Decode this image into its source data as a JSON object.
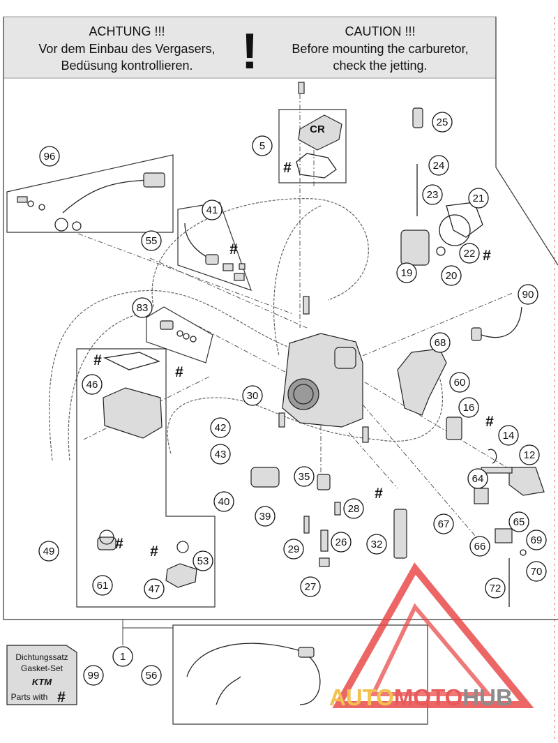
{
  "header": {
    "de_title": "ACHTUNG !!!",
    "de_line1": "Vor dem Einbau des Vergasers,",
    "de_line2": "Bedüsung kontrollieren.",
    "exclamation": "!",
    "en_title": "CAUTION !!!",
    "en_line1": "Before mounting the carburetor,",
    "en_line2": "check the jetting."
  },
  "gasket_kit": {
    "line1": "Dichtungssatz",
    "line2": "Gasket-Set",
    "brand": "KTM",
    "line3": "Parts with",
    "mark": "#"
  },
  "hash_mark": "#",
  "top_label": "CR",
  "callouts": [
    {
      "id": "c1",
      "label": "1"
    },
    {
      "id": "c5",
      "label": "5"
    },
    {
      "id": "c12",
      "label": "12"
    },
    {
      "id": "c14",
      "label": "14"
    },
    {
      "id": "c16",
      "label": "16"
    },
    {
      "id": "c19",
      "label": "19"
    },
    {
      "id": "c20",
      "label": "20"
    },
    {
      "id": "c21",
      "label": "21"
    },
    {
      "id": "c22",
      "label": "22"
    },
    {
      "id": "c23",
      "label": "23"
    },
    {
      "id": "c24",
      "label": "24"
    },
    {
      "id": "c25",
      "label": "25"
    },
    {
      "id": "c26",
      "label": "26"
    },
    {
      "id": "c27",
      "label": "27"
    },
    {
      "id": "c28",
      "label": "28"
    },
    {
      "id": "c29",
      "label": "29"
    },
    {
      "id": "c30",
      "label": "30"
    },
    {
      "id": "c32",
      "label": "32"
    },
    {
      "id": "c35",
      "label": "35"
    },
    {
      "id": "c39",
      "label": "39"
    },
    {
      "id": "c40",
      "label": "40"
    },
    {
      "id": "c41",
      "label": "41"
    },
    {
      "id": "c42",
      "label": "42"
    },
    {
      "id": "c43",
      "label": "43"
    },
    {
      "id": "c46",
      "label": "46"
    },
    {
      "id": "c47",
      "label": "47"
    },
    {
      "id": "c49",
      "label": "49"
    },
    {
      "id": "c53",
      "label": "53"
    },
    {
      "id": "c55",
      "label": "55"
    },
    {
      "id": "c56",
      "label": "56"
    },
    {
      "id": "c60",
      "label": "60"
    },
    {
      "id": "c61",
      "label": "61"
    },
    {
      "id": "c64",
      "label": "64"
    },
    {
      "id": "c65",
      "label": "65"
    },
    {
      "id": "c66",
      "label": "66"
    },
    {
      "id": "c67",
      "label": "67"
    },
    {
      "id": "c68",
      "label": "68"
    },
    {
      "id": "c69",
      "label": "69"
    },
    {
      "id": "c70",
      "label": "70"
    },
    {
      "id": "c72",
      "label": "72"
    },
    {
      "id": "c83",
      "label": "83"
    },
    {
      "id": "c90",
      "label": "90"
    },
    {
      "id": "c96",
      "label": "96"
    },
    {
      "id": "c99",
      "label": "99"
    }
  ],
  "watermark": {
    "part1": "AUTO",
    "part2": "MOTO",
    "part3": "HUB",
    "color1": "#f2c14e",
    "color2": "#e85a5a",
    "color3": "#8c8c8c",
    "logo_color": "#e84040"
  }
}
